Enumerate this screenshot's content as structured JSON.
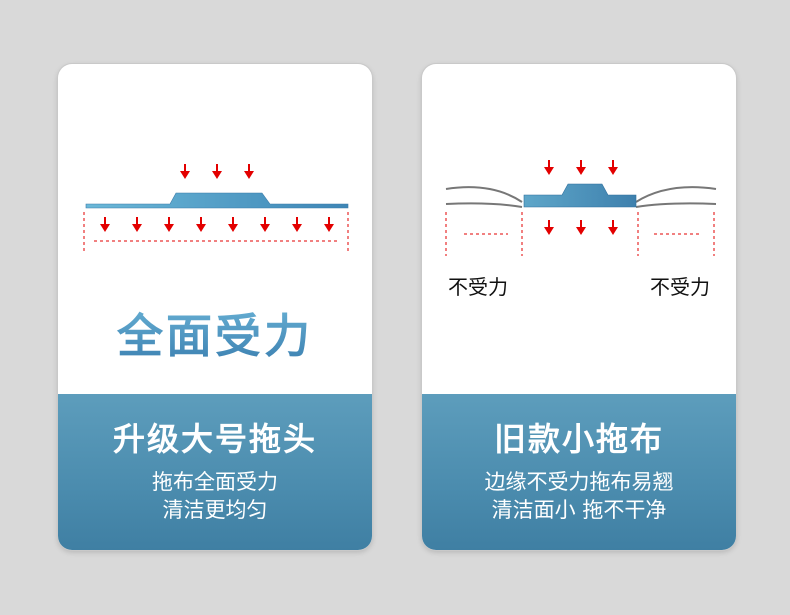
{
  "left_card": {
    "headline": "全面受力",
    "title": "升级大号拖头",
    "line1": "拖布全面受力",
    "line2": "清洁更均匀"
  },
  "right_card": {
    "left_label": "不受力",
    "right_label": "不受力",
    "title": "旧款小拖布",
    "line1": "边缘不受力拖布易翘",
    "line2": "清洁面小 拖不干净"
  },
  "colors": {
    "background": "#d9d9d9",
    "card_bottom": "#4b8cae",
    "headline": "#4f95c1",
    "arrow": "#e30000",
    "mop": "#4a8fb6"
  },
  "icons": {
    "force_arrow": "down-arrow-icon"
  }
}
